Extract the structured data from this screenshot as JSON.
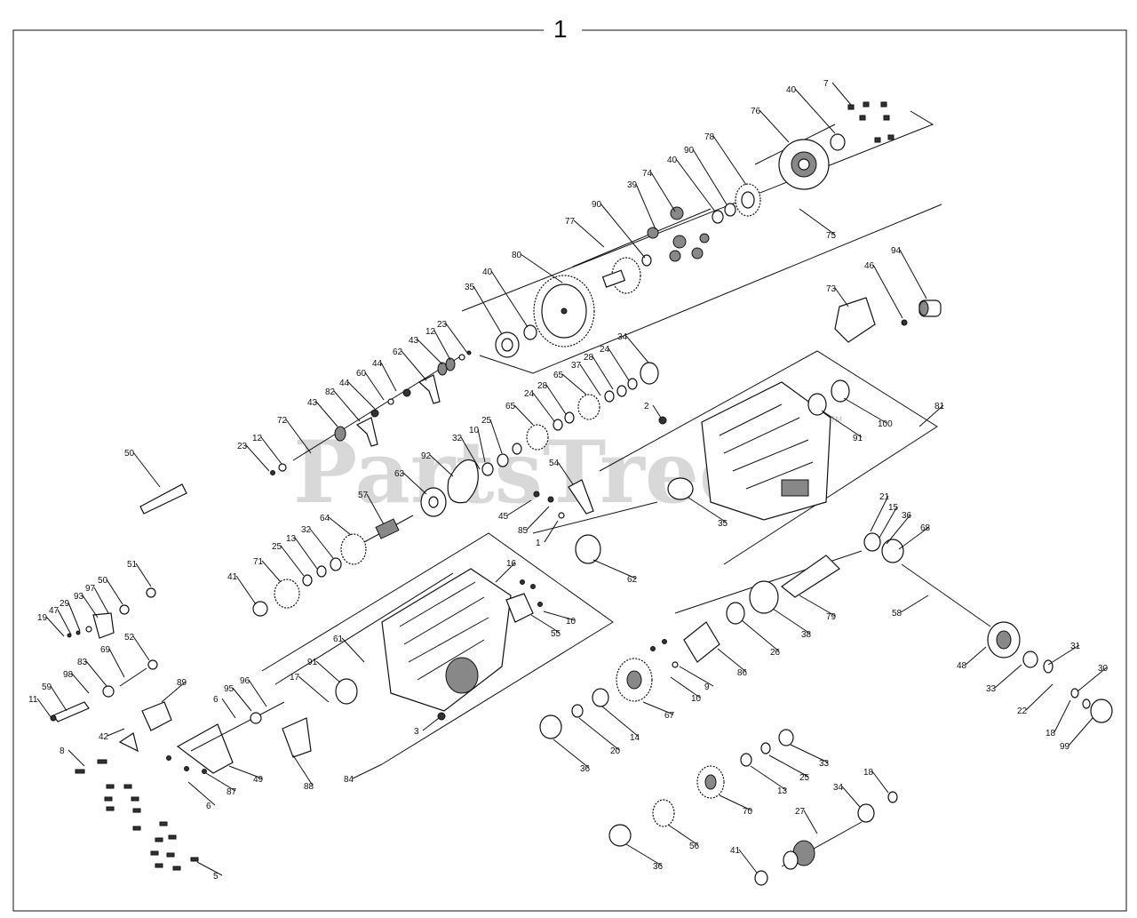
{
  "figure": {
    "number": "1",
    "watermark": "PartsTree",
    "trademark": "TM"
  },
  "callouts": [
    {
      "id": "c7",
      "text": "7"
    },
    {
      "id": "c40a",
      "text": "40"
    },
    {
      "id": "c76",
      "text": "76"
    },
    {
      "id": "c78",
      "text": "78"
    },
    {
      "id": "c90a",
      "text": "90"
    },
    {
      "id": "c40b",
      "text": "40"
    },
    {
      "id": "c74",
      "text": "74"
    },
    {
      "id": "c39",
      "text": "39"
    },
    {
      "id": "c75",
      "text": "75"
    },
    {
      "id": "c77",
      "text": "77"
    },
    {
      "id": "c90b",
      "text": "90"
    },
    {
      "id": "c80",
      "text": "80"
    },
    {
      "id": "c40c",
      "text": "40"
    },
    {
      "id": "c35a",
      "text": "35"
    },
    {
      "id": "c94",
      "text": "94"
    },
    {
      "id": "c46",
      "text": "46"
    },
    {
      "id": "c73",
      "text": "73"
    },
    {
      "id": "c23a",
      "text": "23"
    },
    {
      "id": "c12a",
      "text": "12"
    },
    {
      "id": "c43a",
      "text": "43"
    },
    {
      "id": "c62",
      "text": "62"
    },
    {
      "id": "c44a",
      "text": "44"
    },
    {
      "id": "c60",
      "text": "60"
    },
    {
      "id": "c44b",
      "text": "44"
    },
    {
      "id": "c82a",
      "text": "82"
    },
    {
      "id": "c43b",
      "text": "43"
    },
    {
      "id": "c72",
      "text": "72"
    },
    {
      "id": "c23b",
      "text": "23"
    },
    {
      "id": "c12b",
      "text": "12"
    },
    {
      "id": "c34a",
      "text": "34"
    },
    {
      "id": "c24a",
      "text": "24"
    },
    {
      "id": "c28a",
      "text": "28"
    },
    {
      "id": "c37",
      "text": "37"
    },
    {
      "id": "c65a",
      "text": "65"
    },
    {
      "id": "c28b",
      "text": "28"
    },
    {
      "id": "c24b",
      "text": "24"
    },
    {
      "id": "c65b",
      "text": "65"
    },
    {
      "id": "c2",
      "text": "2"
    },
    {
      "id": "c81",
      "text": "81"
    },
    {
      "id": "c91a",
      "text": "91"
    },
    {
      "id": "c100",
      "text": "100"
    },
    {
      "id": "c25a",
      "text": "25"
    },
    {
      "id": "c10a",
      "text": "10"
    },
    {
      "id": "c32a",
      "text": "32"
    },
    {
      "id": "c92",
      "text": "92"
    },
    {
      "id": "c63",
      "text": "63"
    },
    {
      "id": "c50a",
      "text": "50"
    },
    {
      "id": "c54",
      "text": "54"
    },
    {
      "id": "c45",
      "text": "45"
    },
    {
      "id": "c85",
      "text": "85"
    },
    {
      "id": "c1",
      "text": "1"
    },
    {
      "id": "c35b",
      "text": "35"
    },
    {
      "id": "c57",
      "text": "57"
    },
    {
      "id": "c64",
      "text": "64"
    },
    {
      "id": "c32b",
      "text": "32"
    },
    {
      "id": "c13a",
      "text": "13"
    },
    {
      "id": "c25b",
      "text": "25"
    },
    {
      "id": "c71",
      "text": "71"
    },
    {
      "id": "c41a",
      "text": "41"
    },
    {
      "id": "c62b",
      "text": "62"
    },
    {
      "id": "c21",
      "text": "21"
    },
    {
      "id": "c15",
      "text": "15"
    },
    {
      "id": "c36a",
      "text": "36"
    },
    {
      "id": "c68",
      "text": "68"
    },
    {
      "id": "c51",
      "text": "51"
    },
    {
      "id": "c50b",
      "text": "50"
    },
    {
      "id": "c93",
      "text": "93"
    },
    {
      "id": "c97",
      "text": "97"
    },
    {
      "id": "c29",
      "text": "29"
    },
    {
      "id": "c47",
      "text": "47"
    },
    {
      "id": "c19",
      "text": "19"
    },
    {
      "id": "c16",
      "text": "16"
    },
    {
      "id": "c55",
      "text": "55"
    },
    {
      "id": "c10b",
      "text": "10"
    },
    {
      "id": "c58",
      "text": "58"
    },
    {
      "id": "c79",
      "text": "79"
    },
    {
      "id": "c38",
      "text": "38"
    },
    {
      "id": "c26",
      "text": "26"
    },
    {
      "id": "c52",
      "text": "52"
    },
    {
      "id": "c69",
      "text": "69"
    },
    {
      "id": "c83",
      "text": "83"
    },
    {
      "id": "c98",
      "text": "98"
    },
    {
      "id": "c59",
      "text": "59"
    },
    {
      "id": "c11",
      "text": "11"
    },
    {
      "id": "c89",
      "text": "89"
    },
    {
      "id": "c42",
      "text": "42"
    },
    {
      "id": "c61",
      "text": "61"
    },
    {
      "id": "c91b",
      "text": "91"
    },
    {
      "id": "c17",
      "text": "17"
    },
    {
      "id": "c86",
      "text": "86"
    },
    {
      "id": "c9",
      "text": "9"
    },
    {
      "id": "c10c",
      "text": "10"
    },
    {
      "id": "c48",
      "text": "48"
    },
    {
      "id": "c33a",
      "text": "33"
    },
    {
      "id": "c31",
      "text": "31"
    },
    {
      "id": "c30",
      "text": "30"
    },
    {
      "id": "c22",
      "text": "22"
    },
    {
      "id": "c18a",
      "text": "18"
    },
    {
      "id": "c99",
      "text": "99"
    },
    {
      "id": "c6a",
      "text": "6"
    },
    {
      "id": "c95",
      "text": "95"
    },
    {
      "id": "c96",
      "text": "96"
    },
    {
      "id": "c3",
      "text": "3"
    },
    {
      "id": "c67",
      "text": "67"
    },
    {
      "id": "c14",
      "text": "14"
    },
    {
      "id": "c20",
      "text": "20"
    },
    {
      "id": "c36b",
      "text": "36"
    },
    {
      "id": "c8",
      "text": "8"
    },
    {
      "id": "c49",
      "text": "49"
    },
    {
      "id": "c87",
      "text": "87"
    },
    {
      "id": "c6b",
      "text": "6"
    },
    {
      "id": "c88",
      "text": "88"
    },
    {
      "id": "c84",
      "text": "84"
    },
    {
      "id": "c33b",
      "text": "33"
    },
    {
      "id": "c25c",
      "text": "25"
    },
    {
      "id": "c13b",
      "text": "13"
    },
    {
      "id": "c70",
      "text": "70"
    },
    {
      "id": "c18b",
      "text": "18"
    },
    {
      "id": "c34b",
      "text": "34"
    },
    {
      "id": "c27",
      "text": "27"
    },
    {
      "id": "c56",
      "text": "56"
    },
    {
      "id": "c36c",
      "text": "36"
    },
    {
      "id": "c41b",
      "text": "41"
    },
    {
      "id": "c5",
      "text": "5"
    }
  ]
}
